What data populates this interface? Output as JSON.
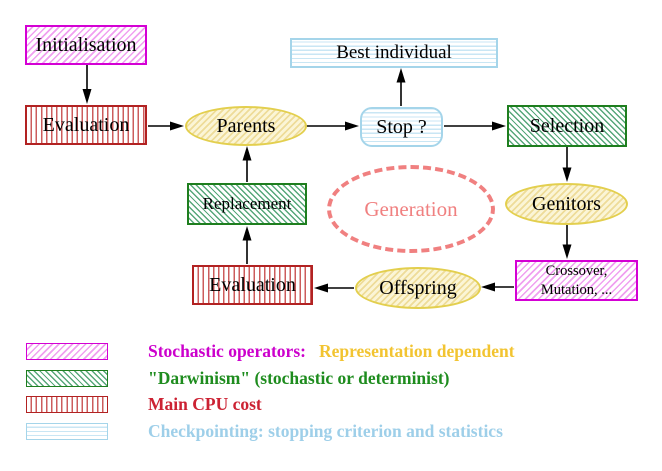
{
  "diagram": {
    "nodes": {
      "initialisation": "Initialisation",
      "evaluation_top": "Evaluation",
      "parents": "Parents",
      "best_individual": "Best individual",
      "stop": "Stop ?",
      "selection": "Selection",
      "genitors": "Genitors",
      "crossover_line1": "Crossover,",
      "crossover_line2": "Mutation, ...",
      "offspring": "Offspring",
      "evaluation_bottom": "Evaluation",
      "replacement": "Replacement",
      "generation": "Generation"
    }
  },
  "legend": {
    "items": [
      {
        "swatch": "magenta-diagonal-hatch",
        "label": "Stochastic operators:",
        "label_secondary": "Representation dependent"
      },
      {
        "swatch": "green-diagonal-hatch",
        "label": "\"Darwinism\" (stochastic or determinist)"
      },
      {
        "swatch": "red-vertical-hatch",
        "label": "Main CPU cost"
      },
      {
        "swatch": "cyan-horizontal-hatch",
        "label": "Checkpointing: stopping criterion and statistics"
      }
    ]
  },
  "colors": {
    "magenta_border": "#d400d4",
    "magenta_hatch": "#f0a0f0",
    "magenta_text": "#cc00cc",
    "yellow_text": "#f2c431",
    "green_border": "#1e7e1e",
    "green_hatch": "#57a77a",
    "green_text": "#1e8c1e",
    "red_border": "#b22222",
    "red_hatch": "#cc5c5c",
    "red_text": "#cc2233",
    "cyan_border": "#a5d5ea",
    "cyan_hatch": "#c9e6f4",
    "cyan_text": "#9ecfe9",
    "yellow_ellipse_border": "#e3cf4e",
    "yellow_ellipse_hatch": "#eedc99",
    "coral_generation": "#f08080",
    "arrow_black": "#000000"
  }
}
